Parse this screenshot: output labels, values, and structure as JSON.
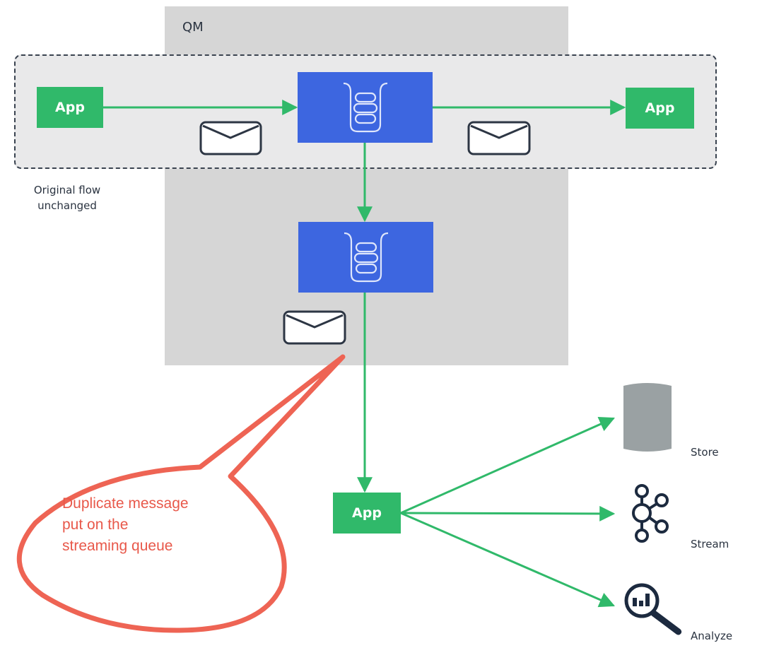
{
  "diagram": {
    "qm_label": "QM",
    "original_flow_caption": "Original flow unchanged",
    "apps": [
      {
        "label": "App",
        "role": "producer"
      },
      {
        "label": "App",
        "role": "consumer"
      },
      {
        "label": "App",
        "role": "streaming-consumer"
      }
    ],
    "queues": [
      {
        "role": "original-queue",
        "icon": "queue-icon"
      },
      {
        "role": "streaming-queue",
        "icon": "queue-icon"
      }
    ],
    "messages": [
      "envelope-icon",
      "envelope-icon",
      "envelope-icon"
    ],
    "targets": [
      {
        "label": "Store",
        "icon": "database-icon"
      },
      {
        "label": "Stream",
        "icon": "kafka-stream-icon"
      },
      {
        "label": "Analyze",
        "icon": "magnifier-chart-icon"
      }
    ],
    "callout": {
      "text": "Duplicate message put on the streaming queue",
      "lines": [
        "Duplicate message",
        "put on the",
        "streaming queue"
      ]
    },
    "colors": {
      "app_green": "#30b96a",
      "arrow_green": "#30b96a",
      "queue_blue": "#3d66e0",
      "qm_gray": "#d6d6d6",
      "flow_bg": "#e9e9ea",
      "callout_red": "#e8584a",
      "icon_dark": "#1c2a3f",
      "store_gray": "#9aa1a3"
    }
  }
}
